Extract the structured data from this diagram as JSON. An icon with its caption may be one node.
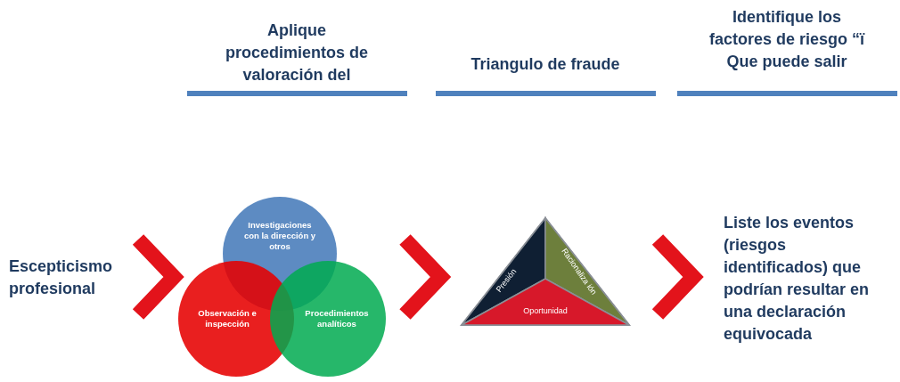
{
  "diagram": {
    "nodes": [
      {
        "text": [
          "Escepticismo profesional"
        ]
      },
      {
        "text": [
          "Investigaciones con la dirección y otros"
        ]
      },
      {
        "text": [
          "Observación e inspección"
        ]
      },
      {
        "text": [
          "Procedimientos analíticos"
        ]
      },
      {
        "text": [],
        "shape": "triangle"
      },
      {
        "text": [
          "Presión"
        ],
        "in": 4
      },
      {
        "text": [
          "Racionaliza ión"
        ],
        "in": 4
      },
      {
        "text": [
          "Oportunidad"
        ],
        "in": 4
      },
      {
        "text": [
          "Liste los eventos (riesgos identificados) que podrían resultar en una declaración equivocada"
        ]
      }
    ],
    "edges": [
      {
        "from": 0,
        "to": 2,
        "arrow": "to"
      },
      {
        "from": 3,
        "to": 4,
        "arrow": "to"
      },
      {
        "from": 4,
        "to": 8,
        "arrow": "to"
      }
    ],
    "labels": [
      "Aplique procedimientos de valoración del",
      "Triangulo de fraude",
      "Identifique los factores de riesgo “ï Que puede salir"
    ]
  }
}
